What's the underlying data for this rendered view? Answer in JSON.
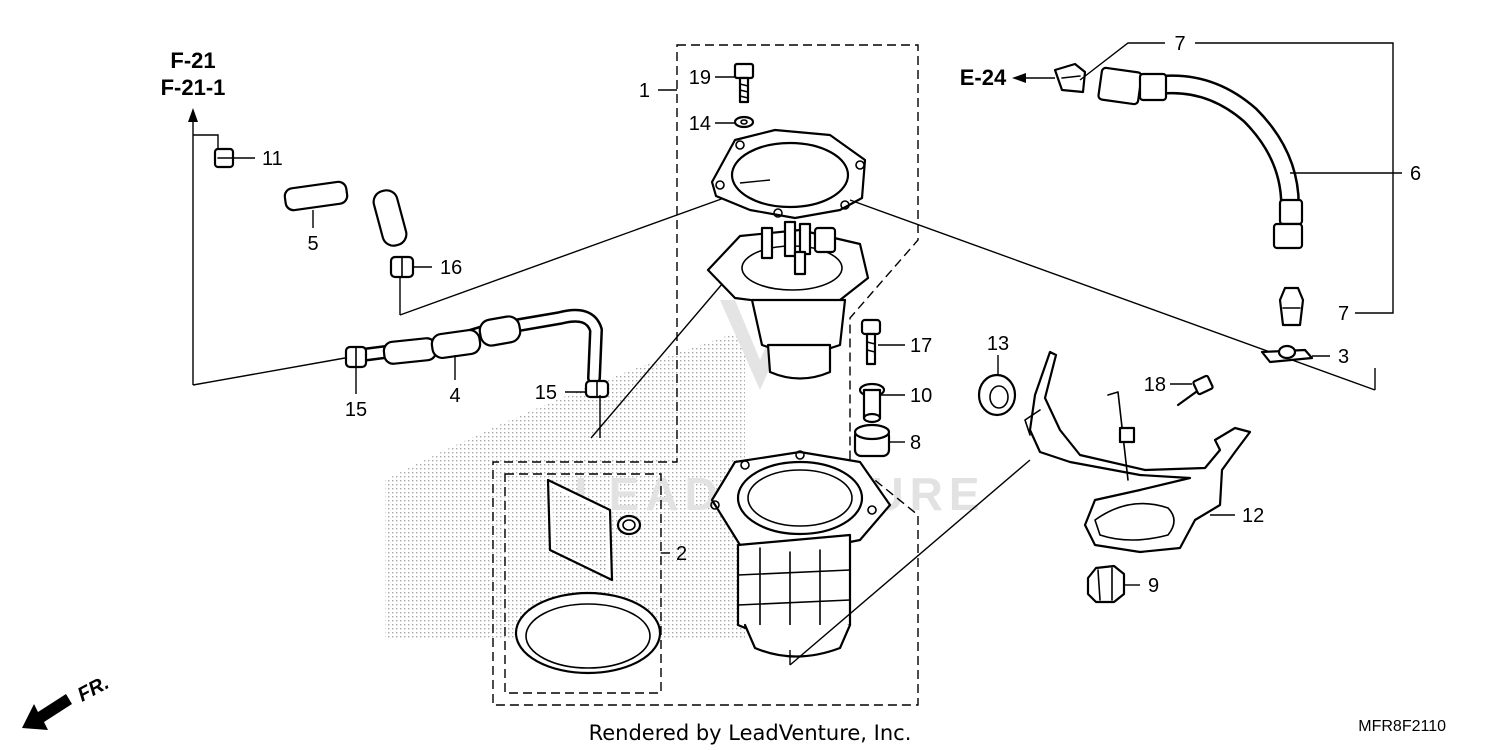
{
  "diagram": {
    "refs": {
      "f21": "F-21",
      "f211": "F-21-1",
      "e24": "E-24"
    },
    "callouts": {
      "c1": "1",
      "c2": "2",
      "c3": "3",
      "c4": "4",
      "c5": "5",
      "c6": "6",
      "c7a": "7",
      "c7b": "7",
      "c8": "8",
      "c9": "9",
      "c10": "10",
      "c11": "11",
      "c12": "12",
      "c13": "13",
      "c14": "14",
      "c15a": "15",
      "c15b": "15",
      "c16": "16",
      "c17": "17",
      "c18": "18",
      "c19": "19"
    },
    "watermark": "LEADVENTURE",
    "credit": "Rendered by LeadVenture, Inc.",
    "diagram_code": "MFR8F2110",
    "front_marker": "FR."
  }
}
